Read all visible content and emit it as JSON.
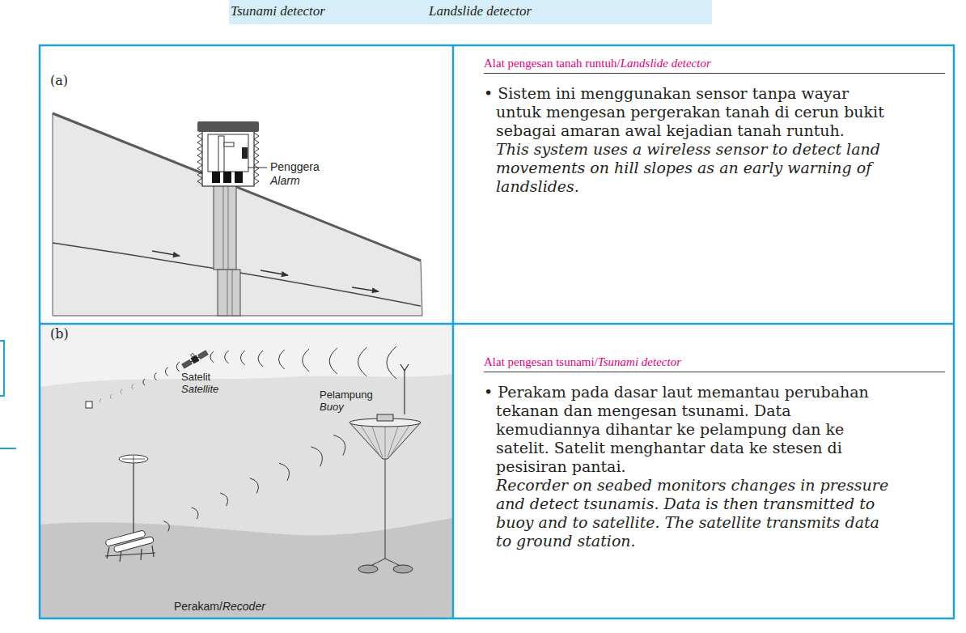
{
  "diagram": {
    "nodes": [
      {
        "text": [
          "Tsunami detector",
          "Landslide detector"
        ]
      },
      {
        "text": [
          "(a)"
        ]
      },
      {
        "text": [
          "Alat pengesan tanah runtuh/",
          "Landslide detector",
          "• Sistem ini menggunakan sensor tanpa wayar untuk mengesan pergerakan tanah di cerun bukit sebagai amaran awal kejadian tanah runtuh.",
          "This system uses a wireless sensor to detect land movements on hill slopes as an early warning of landslides."
        ]
      },
      {
        "text": [
          "(b)"
        ]
      },
      {
        "text": [
          "Alat pengesan tsunami/",
          "Tsunami detector",
          "• Perakam pada dasar laut memantau perubahan tekanan dan mengesan tsunami. Data kemudiannya dihantar ke pelampung dan ke satelit. Satelit menghantar data ke stesen di pesisiran pantai.",
          "Recorder on seabed monitors changes in pressure and detect tsunamis. Data is then transmitted to buoy and to satellite. The satellite transmits data to ground station."
        ]
      }
    ],
    "labels": [
      "Penggera",
      "Alarm",
      "Satelit",
      "Satellite",
      "Pelampung",
      "Buoy",
      "Perakam/",
      "Recoder"
    ]
  }
}
